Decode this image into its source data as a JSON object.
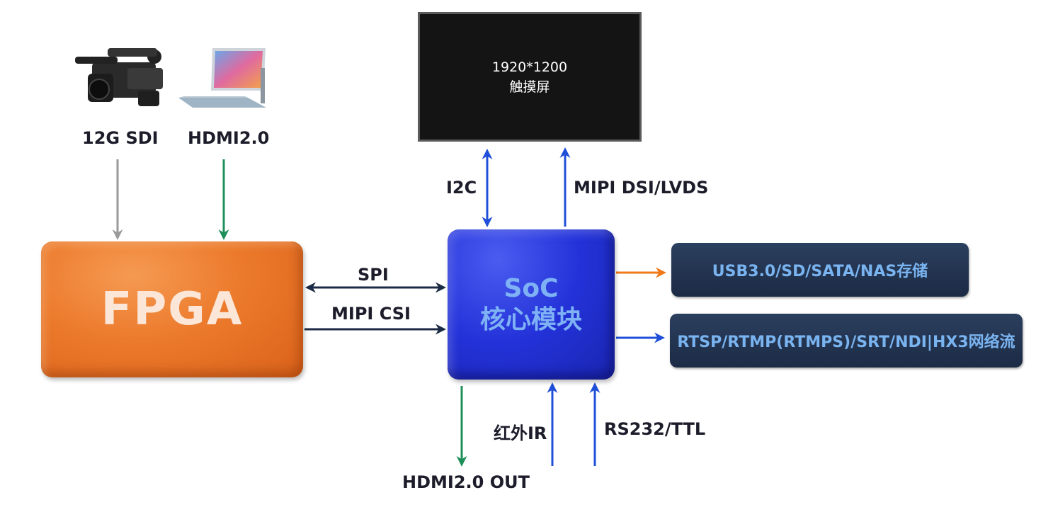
{
  "inputs": {
    "camera_label": "12G SDI",
    "laptop_label": "HDMI2.0"
  },
  "blocks": {
    "fpga": "FPGA",
    "soc_line1": "SoC",
    "soc_line2": "核心模块"
  },
  "display": {
    "resolution": "1920*1200",
    "type": "触摸屏"
  },
  "links": {
    "i2c": "I2C",
    "mipi_dsi": "MIPI DSI/LVDS",
    "spi": "SPI",
    "mipi_csi": "MIPI CSI",
    "hdmi_out": "HDMI2.0 OUT",
    "ir": "红外IR",
    "rs232": "RS232/TTL"
  },
  "outputs": {
    "storage": "USB3.0/SD/SATA/NAS存储",
    "streaming": "RTSP/RTMP(RTMPS)/SRT/NDI|HX3网络流"
  },
  "colors": {
    "fpga": "#ec7a2c",
    "soc": "#2332d8",
    "pill": "#1f2f4c",
    "pill_text": "#7ab4f0",
    "arrow_blue": "#1f4fd8",
    "arrow_green": "#1f8f5a",
    "arrow_gray": "#9a9a9a",
    "arrow_orange": "#f07a1a",
    "arrow_dark": "#1c2b45"
  }
}
